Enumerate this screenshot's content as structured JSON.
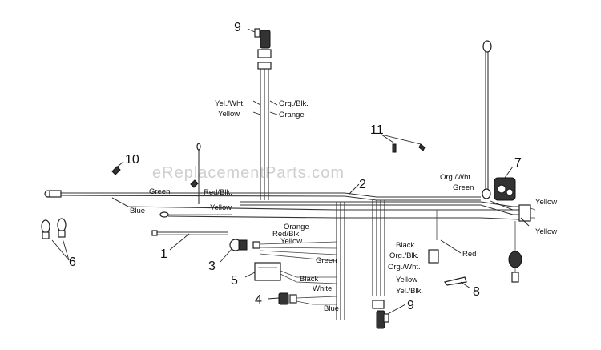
{
  "watermark": "eReplacementParts.com",
  "callouts": {
    "c1": "1",
    "c2": "2",
    "c3": "3",
    "c4": "4",
    "c5": "5",
    "c6": "6",
    "c7": "7",
    "c8": "8",
    "c9_top": "9",
    "c9_bottom": "9",
    "c10": "10",
    "c11": "11"
  },
  "wire_labels": {
    "yel_wht_top": "Yel./Wht.",
    "org_blk_top": "Org./Blk.",
    "yellow_top": "Yellow",
    "orange_top": "Orange",
    "green_left": "Green",
    "red_blk_left": "Red/Blk.",
    "blue_left": "Blue",
    "yellow_mid": "Yellow",
    "org_wht_right": "Org./Wht.",
    "green_right": "Green",
    "yellow_right1": "Yellow",
    "yellow_right2": "Yellow",
    "orange_mid": "Orange",
    "red_blk_mid": "Red/Blk.",
    "yellow_mid2": "Yellow",
    "green_mid": "Green",
    "black_mid": "Black",
    "white_mid": "White",
    "blue_bottom": "Blue",
    "black_right": "Black",
    "red_right": "Red",
    "org_blk_right": "Org./Blk.",
    "org_wht_right2": "Org./Wht.",
    "yellow_right3": "Yellow",
    "yel_blk_right": "Yel./Blk."
  }
}
